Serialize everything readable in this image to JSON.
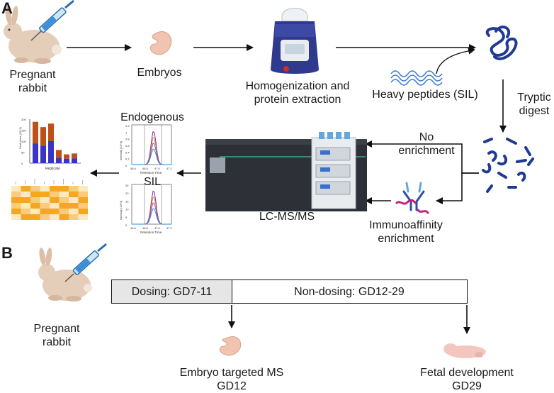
{
  "panel_a": {
    "letter": "A",
    "rabbit": [
      "Pregnant",
      "rabbit"
    ],
    "embryos": "Embryos",
    "homogenization": [
      "Homogenization and",
      "protein extraction"
    ],
    "heavy_peptides": "Heavy peptides (SIL)",
    "tryptic": [
      "Tryptic",
      "digest"
    ],
    "no_enrichment": [
      "No",
      "enrichment"
    ],
    "immunoaffinity": [
      "Immunoaffinity",
      "enrichment"
    ],
    "lcms": "LC-MS/MS",
    "endogenous": "Endogenous",
    "sil": "SIL",
    "bar_chart": {
      "ylabel": "Peak Area (10^3)",
      "xlabel": "Replicate",
      "yticks": [
        "200",
        "150",
        "100",
        "50",
        "0"
      ]
    },
    "chrom_top": {
      "ylabel": "Intensity (10^4)",
      "xlabel": "Retention Time",
      "yticks": [
        "1.2",
        "1",
        "0.8",
        "0.6",
        "0.4",
        "0.2",
        "0"
      ],
      "xticks": [
        "46.6",
        "46.8",
        "47.0",
        "47.2"
      ]
    },
    "chrom_bottom": {
      "ylabel": "Intensity (10^4)",
      "xlabel": "Retention Time",
      "yticks": [
        "25",
        "20",
        "15",
        "10",
        "5",
        "0"
      ],
      "xticks": [
        "46.6",
        "46.8",
        "47.0",
        "47.2"
      ]
    }
  },
  "panel_b": {
    "letter": "B",
    "rabbit": [
      "Pregnant",
      "rabbit"
    ],
    "dosing": "Dosing: GD7-11",
    "non_dosing": "Non-dosing: GD12-29",
    "embryo_ms": [
      "Embryo targeted MS",
      "GD12"
    ],
    "fetal": [
      "Fetal development",
      "GD29"
    ]
  },
  "colors": {
    "bar_top": "#c0501a",
    "bar_bottom": "#3a33c8",
    "heatmap_light": "#fde9c0",
    "heatmap_dark": "#f5a623",
    "peptide": "#1f3a93",
    "peptide_blue": "#3a7bd5",
    "dosing_fill": "#e6e6e6"
  }
}
